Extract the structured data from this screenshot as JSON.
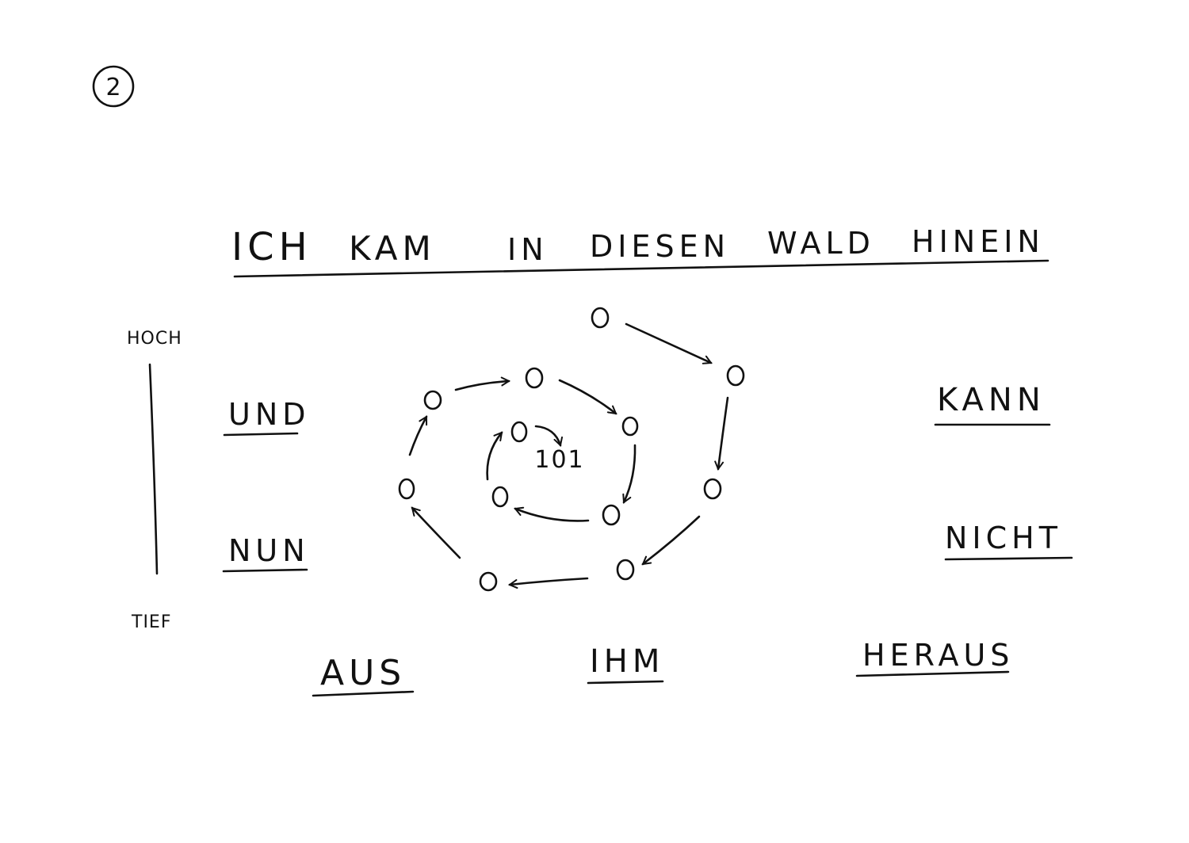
{
  "page_number": "2",
  "headline": "ICH KAM IN DIESEN WALD HINEIN",
  "headline_words": [
    "ICH",
    "KAM",
    "IN",
    "DIESEN",
    "WALD",
    "HINEIN"
  ],
  "scale": {
    "top_label": "HOCH",
    "bottom_label": "TIEF"
  },
  "left_words": [
    "UND",
    "NUN"
  ],
  "right_words": [
    "KANN",
    "NICHT"
  ],
  "bottom_words": [
    "AUS",
    "IHM",
    "HERAUS"
  ],
  "center_label": "101",
  "node_symbol": "O",
  "ink_color": "#111111",
  "paper_color": "#ffffff"
}
